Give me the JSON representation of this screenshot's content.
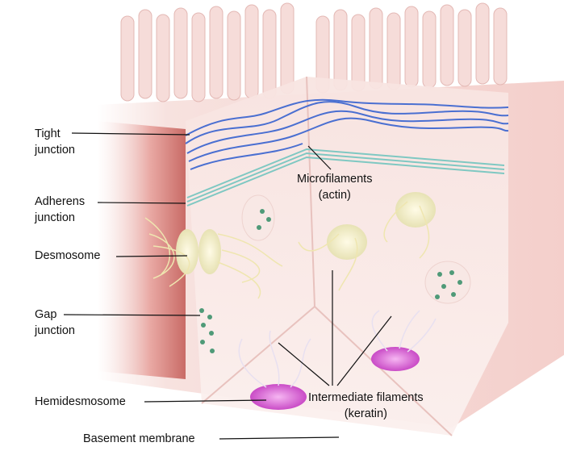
{
  "labels": {
    "tight_junction": {
      "line1": "Tight",
      "line2": "junction"
    },
    "adherens_junction": {
      "line1": "Adherens",
      "line2": "junction"
    },
    "desmosome": "Desmosome",
    "gap_junction": {
      "line1": "Gap",
      "line2": "junction"
    },
    "hemidesmosome": "Hemidesmosome",
    "basement_membrane": "Basement membrane",
    "microfilaments": {
      "line1": "Microfilaments",
      "line2": "(actin)"
    },
    "intermediate_filaments": {
      "line1": "Intermediate filaments",
      "line2": "(keratin)"
    }
  },
  "colors": {
    "cell_pink": "#f6d2cf",
    "tight_junction_blue": "#4a6fd1",
    "actin_teal": "#7fc8c2",
    "keratin_yellow": "#efe6b0",
    "hemidesmosome_magenta": "#d65bd3",
    "gap_junction_green": "#4f9a78"
  }
}
